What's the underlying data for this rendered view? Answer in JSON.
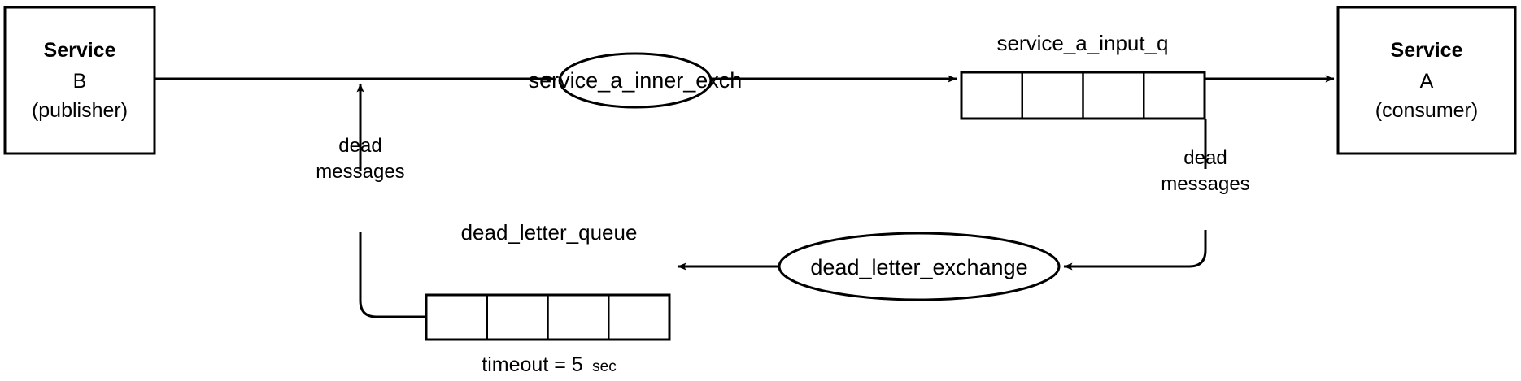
{
  "diagram": {
    "title": "RabbitMQ dead letter queue flow",
    "background_color": "#ffffff",
    "stroke_color": "#000000",
    "nodes": {
      "service_b": {
        "title": "Service",
        "name": "B",
        "role": "(publisher)"
      },
      "service_a": {
        "title": "Service",
        "name": "A",
        "role": "(consumer)"
      },
      "inner_exchange": {
        "label": "service_a_inner_exch",
        "shape": "ellipse"
      },
      "input_queue": {
        "label": "service_a_input_q",
        "shape": "queue",
        "cells": 4
      },
      "dead_letter_queue": {
        "label": "dead_letter_queue",
        "shape": "queue",
        "cells": 4,
        "timeout_text": "timeout = 5",
        "timeout_unit": "sec"
      },
      "dead_letter_exchange": {
        "label": "dead_letter_exchange",
        "shape": "ellipse"
      }
    },
    "edges": {
      "b_to_inner_exchange": {
        "label": ""
      },
      "inner_exchange_to_input_queue": {
        "label": ""
      },
      "input_queue_to_a": {
        "label": ""
      },
      "input_queue_to_dlx": {
        "label_line1": "dead",
        "label_line2": "messages"
      },
      "dlx_to_dlq": {
        "label": ""
      },
      "dlq_to_inner_exchange_edge": {
        "label_line1": "dead",
        "label_line2": "messages"
      }
    }
  }
}
